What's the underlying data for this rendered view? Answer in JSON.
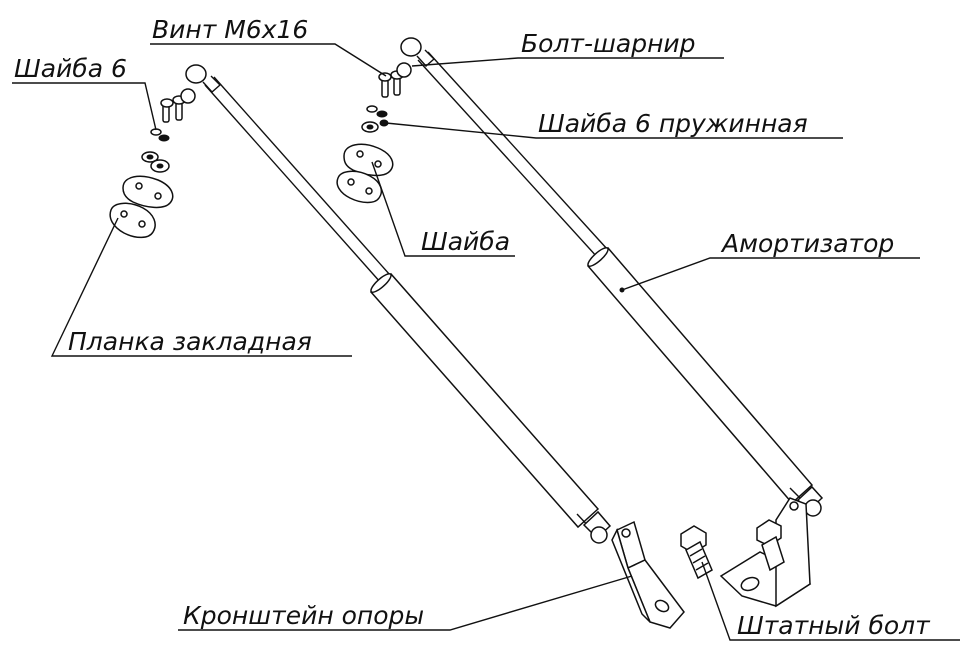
{
  "labels": {
    "screw": "Винт M6x16",
    "washer6": "Шайба 6",
    "ball_bolt": "Болт-шарнир",
    "spring_washer": "Шайба 6 пружинная",
    "washer": "Шайба",
    "shock": "Амортизатор",
    "insert_plate": "Планка закладная",
    "bracket": "Кронштейн опоры",
    "stock_bolt": "Штатный болт"
  },
  "colors": {
    "line": "#111111",
    "background": "#ffffff"
  }
}
